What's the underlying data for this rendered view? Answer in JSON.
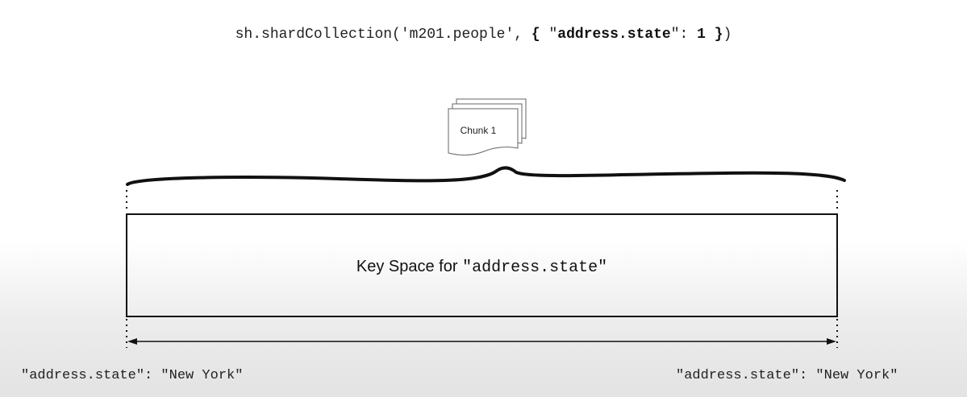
{
  "command": {
    "prefix": "sh.shardCollection('m201.people', ",
    "open_brace": "{",
    "quote_open": " \"",
    "field": "address.state",
    "quote_close": "\": ",
    "value": "1",
    "close_brace": " }",
    "suffix": ")"
  },
  "chunk": {
    "label": "Chunk 1"
  },
  "keyspace": {
    "text": "Key Space for ",
    "field": "\"address.state\""
  },
  "range": {
    "start": "\"address.state\": \"New York\"",
    "end": "\"address.state\": \"New York\""
  },
  "colors": {
    "stroke": "#111111",
    "text": "#222222"
  }
}
